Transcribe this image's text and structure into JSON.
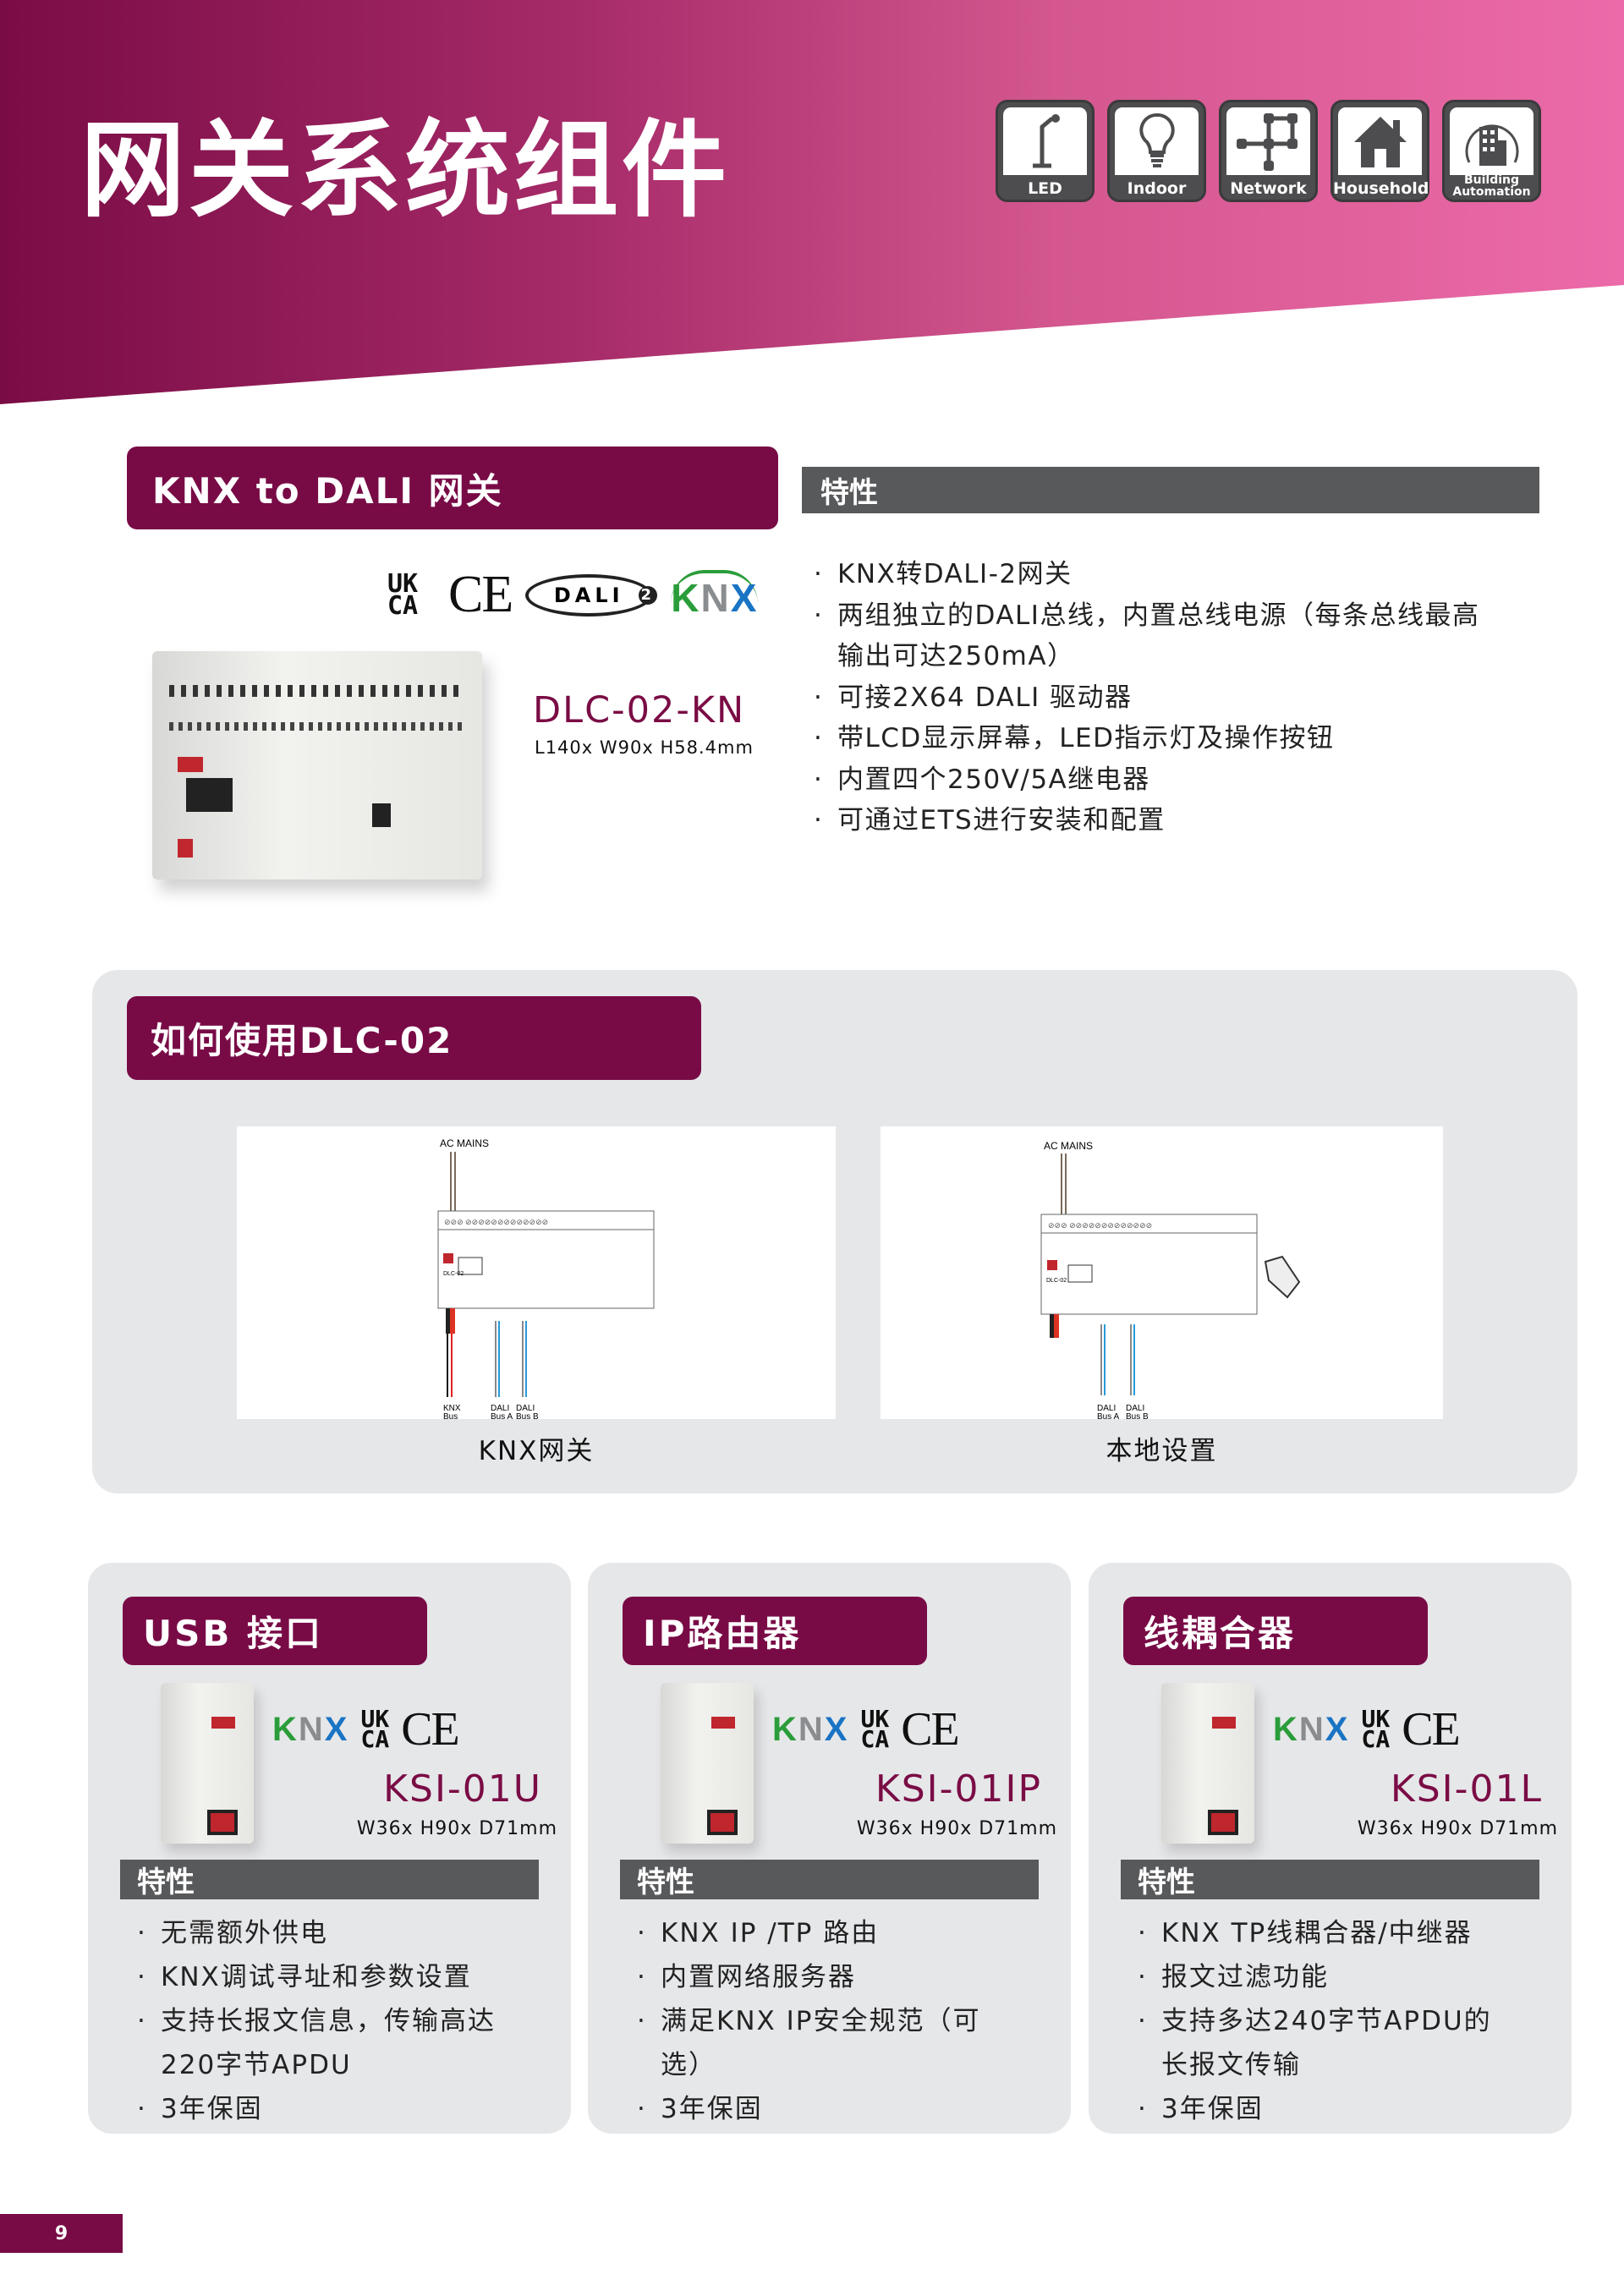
{
  "header": {
    "title": "网关系统组件",
    "categories": [
      {
        "name": "led",
        "label": "LED"
      },
      {
        "name": "indoor",
        "label": "Indoor"
      },
      {
        "name": "network",
        "label": "Network"
      },
      {
        "name": "household",
        "label": "Household"
      },
      {
        "name": "building-automation",
        "label": "Building Automation"
      }
    ]
  },
  "main": {
    "section_title": "KNX to DALI  网关",
    "features_title": "特性",
    "logos": {
      "ukca": "UK CA",
      "ce": "CE",
      "dali": "DALI",
      "dali_version": "2",
      "knx": "KNX"
    },
    "model": "DLC-02-KN",
    "dims": "L140x W90x H58.4mm",
    "features": [
      "KNX转DALI-2网关",
      "两组独立的DALI总线，内置总线电源（每条总线最高输出可达250mA）",
      "可接2X64 DALI 驱动器",
      "带LCD显示屏幕，LED指示灯及操作按钮",
      "内置四个250V/5A继电器",
      "可通过ETS进行安装和配置"
    ]
  },
  "usage": {
    "title": "如何使用DLC-02",
    "diagrams": [
      {
        "caption": "KNX网关",
        "ac": "AC MAINS",
        "device": "DLC-02",
        "bus_labels": [
          [
            "KNX",
            "Bus"
          ],
          [
            "DALI",
            "Bus A"
          ],
          [
            "DALI",
            "Bus B"
          ]
        ]
      },
      {
        "caption": "本地设置",
        "ac": "AC MAINS",
        "device": "DLC-02",
        "bus_labels": [
          [
            "DALI",
            "Bus A"
          ],
          [
            "DALI",
            "Bus B"
          ]
        ]
      }
    ]
  },
  "cards": [
    {
      "title": "USB 接口",
      "model": "KSI-01U",
      "dims": "W36x H90x D71mm",
      "features_title": "特性",
      "features": [
        "无需额外供电",
        "KNX调试寻址和参数设置",
        "支持长报文信息，传输高达220字节APDU",
        "3年保固"
      ]
    },
    {
      "title": "IP路由器",
      "model": "KSI-01IP",
      "dims": "W36x H90x D71mm",
      "features_title": "特性",
      "features": [
        "KNX IP /TP 路由",
        "内置网络服务器",
        "满足KNX IP安全规范（可选）",
        "3年保固"
      ]
    },
    {
      "title": "线耦合器",
      "model": "KSI-01L",
      "dims": "W36x H90x D71mm",
      "features_title": "特性",
      "features": [
        "KNX TP线耦合器/中继器",
        "报文过滤功能",
        "支持多达240字节APDU的长报文传输",
        "3年保固"
      ]
    }
  ],
  "footer": {
    "page_number": "9"
  },
  "colors": {
    "brand": "#780b46",
    "gray_bar": "#58595b",
    "panel": "#e6e7e9"
  }
}
